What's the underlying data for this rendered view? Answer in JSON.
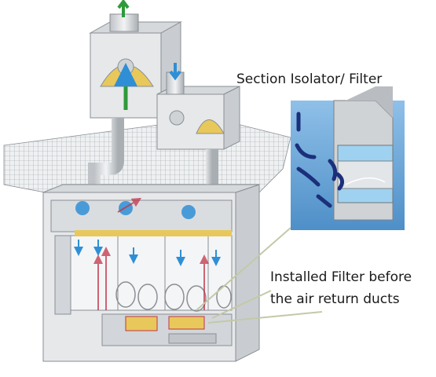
{
  "labels": {
    "section_title": "Section Isolator/ Filter",
    "installed_filter_line1": "Installed Filter before",
    "installed_filter_line2": "the air return ducts"
  },
  "colors": {
    "cabinet": "#e6e8ea",
    "cabinet_shade": "#c9cdd1",
    "outline": "#8a8f94",
    "supply_air": "#2f8fd6",
    "exhaust_air": "#2e9a3a",
    "return_air": "#c0344a",
    "filter_yellow": "#e8c85a",
    "inset_bg": "#6fa8d8",
    "inset_arrow": "#1b2f7a",
    "leader_line": "#c3c9a8"
  }
}
